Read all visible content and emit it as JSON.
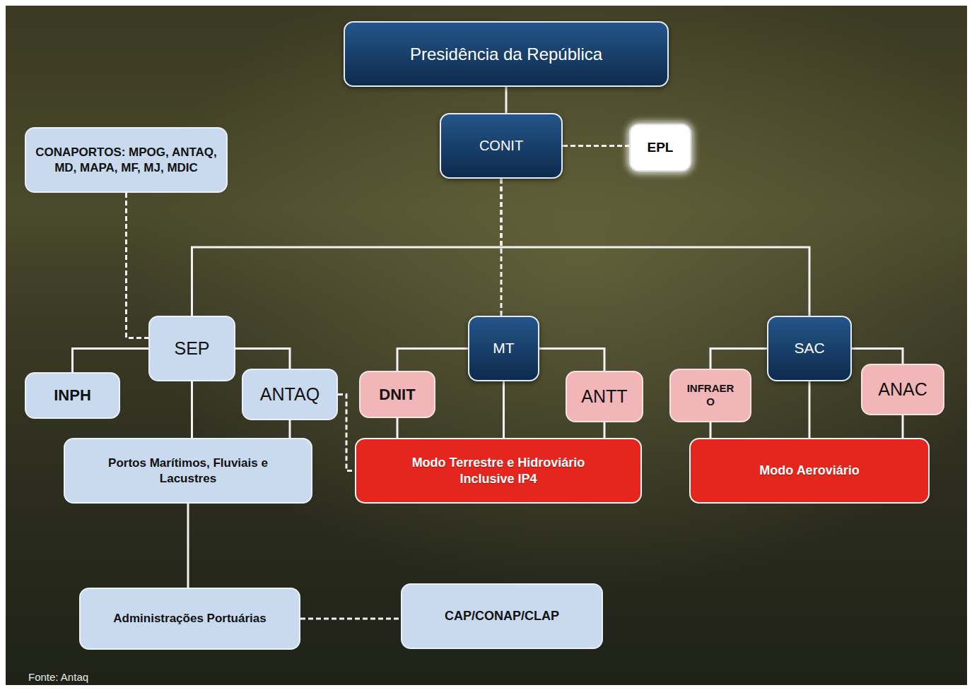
{
  "diagram": {
    "nodes": [
      {
        "text": [
          "Presidência da República"
        ]
      },
      {
        "text": [
          "CONIT"
        ]
      },
      {
        "text": [
          "EPL"
        ]
      },
      {
        "text": [
          "CONAPORTOS: MPOG, ANTAQ, MD, MAPA, MF, MJ, MDIC"
        ]
      },
      {
        "text": [
          "SEP"
        ]
      },
      {
        "text": [
          "MT"
        ]
      },
      {
        "text": [
          "SAC"
        ]
      },
      {
        "text": [
          "INPH"
        ]
      },
      {
        "text": [
          "ANTAQ"
        ]
      },
      {
        "text": [
          "DNIT"
        ]
      },
      {
        "text": [
          "ANTT"
        ]
      },
      {
        "text": [
          "INFRAER O"
        ]
      },
      {
        "text": [
          "ANAC"
        ]
      },
      {
        "text": [
          "Portos Marítimos, Fluviais e Lacustres"
        ]
      },
      {
        "text": [
          "Modo Terrestre e Hidroviário Inclusive IP4"
        ]
      },
      {
        "text": [
          "Modo Aeroviário"
        ]
      },
      {
        "text": [
          "Administrações Portuárias"
        ]
      },
      {
        "text": [
          "CAP/CONAP/CLAP"
        ]
      }
    ],
    "edges": [
      {
        "from": 0,
        "to": 1,
        "arrow": "none"
      },
      {
        "from": 1,
        "to": 2,
        "arrow": "none"
      },
      {
        "from": 1,
        "to": 4,
        "arrow": "none"
      },
      {
        "from": 1,
        "to": 5,
        "arrow": "none"
      },
      {
        "from": 1,
        "to": 6,
        "arrow": "none"
      },
      {
        "from": 3,
        "to": 4,
        "arrow": "none"
      },
      {
        "from": 4,
        "to": 7,
        "arrow": "none"
      },
      {
        "from": 4,
        "to": 8,
        "arrow": "none"
      },
      {
        "from": 4,
        "to": 13,
        "arrow": "none"
      },
      {
        "from": 8,
        "to": 13,
        "arrow": "none"
      },
      {
        "from": 8,
        "to": 14,
        "arrow": "none"
      },
      {
        "from": 5,
        "to": 9,
        "arrow": "none"
      },
      {
        "from": 5,
        "to": 10,
        "arrow": "none"
      },
      {
        "from": 5,
        "to": 14,
        "arrow": "none"
      },
      {
        "from": 9,
        "to": 14,
        "arrow": "none"
      },
      {
        "from": 10,
        "to": 14,
        "arrow": "none"
      },
      {
        "from": 6,
        "to": 11,
        "arrow": "none"
      },
      {
        "from": 6,
        "to": 12,
        "arrow": "none"
      },
      {
        "from": 6,
        "to": 15,
        "arrow": "none"
      },
      {
        "from": 11,
        "to": 15,
        "arrow": "none"
      },
      {
        "from": 12,
        "to": 15,
        "arrow": "none"
      },
      {
        "from": 13,
        "to": 16,
        "arrow": "none"
      },
      {
        "from": 16,
        "to": 17,
        "arrow": "none"
      }
    ],
    "labels": [
      "Fonte: Antaq"
    ]
  }
}
